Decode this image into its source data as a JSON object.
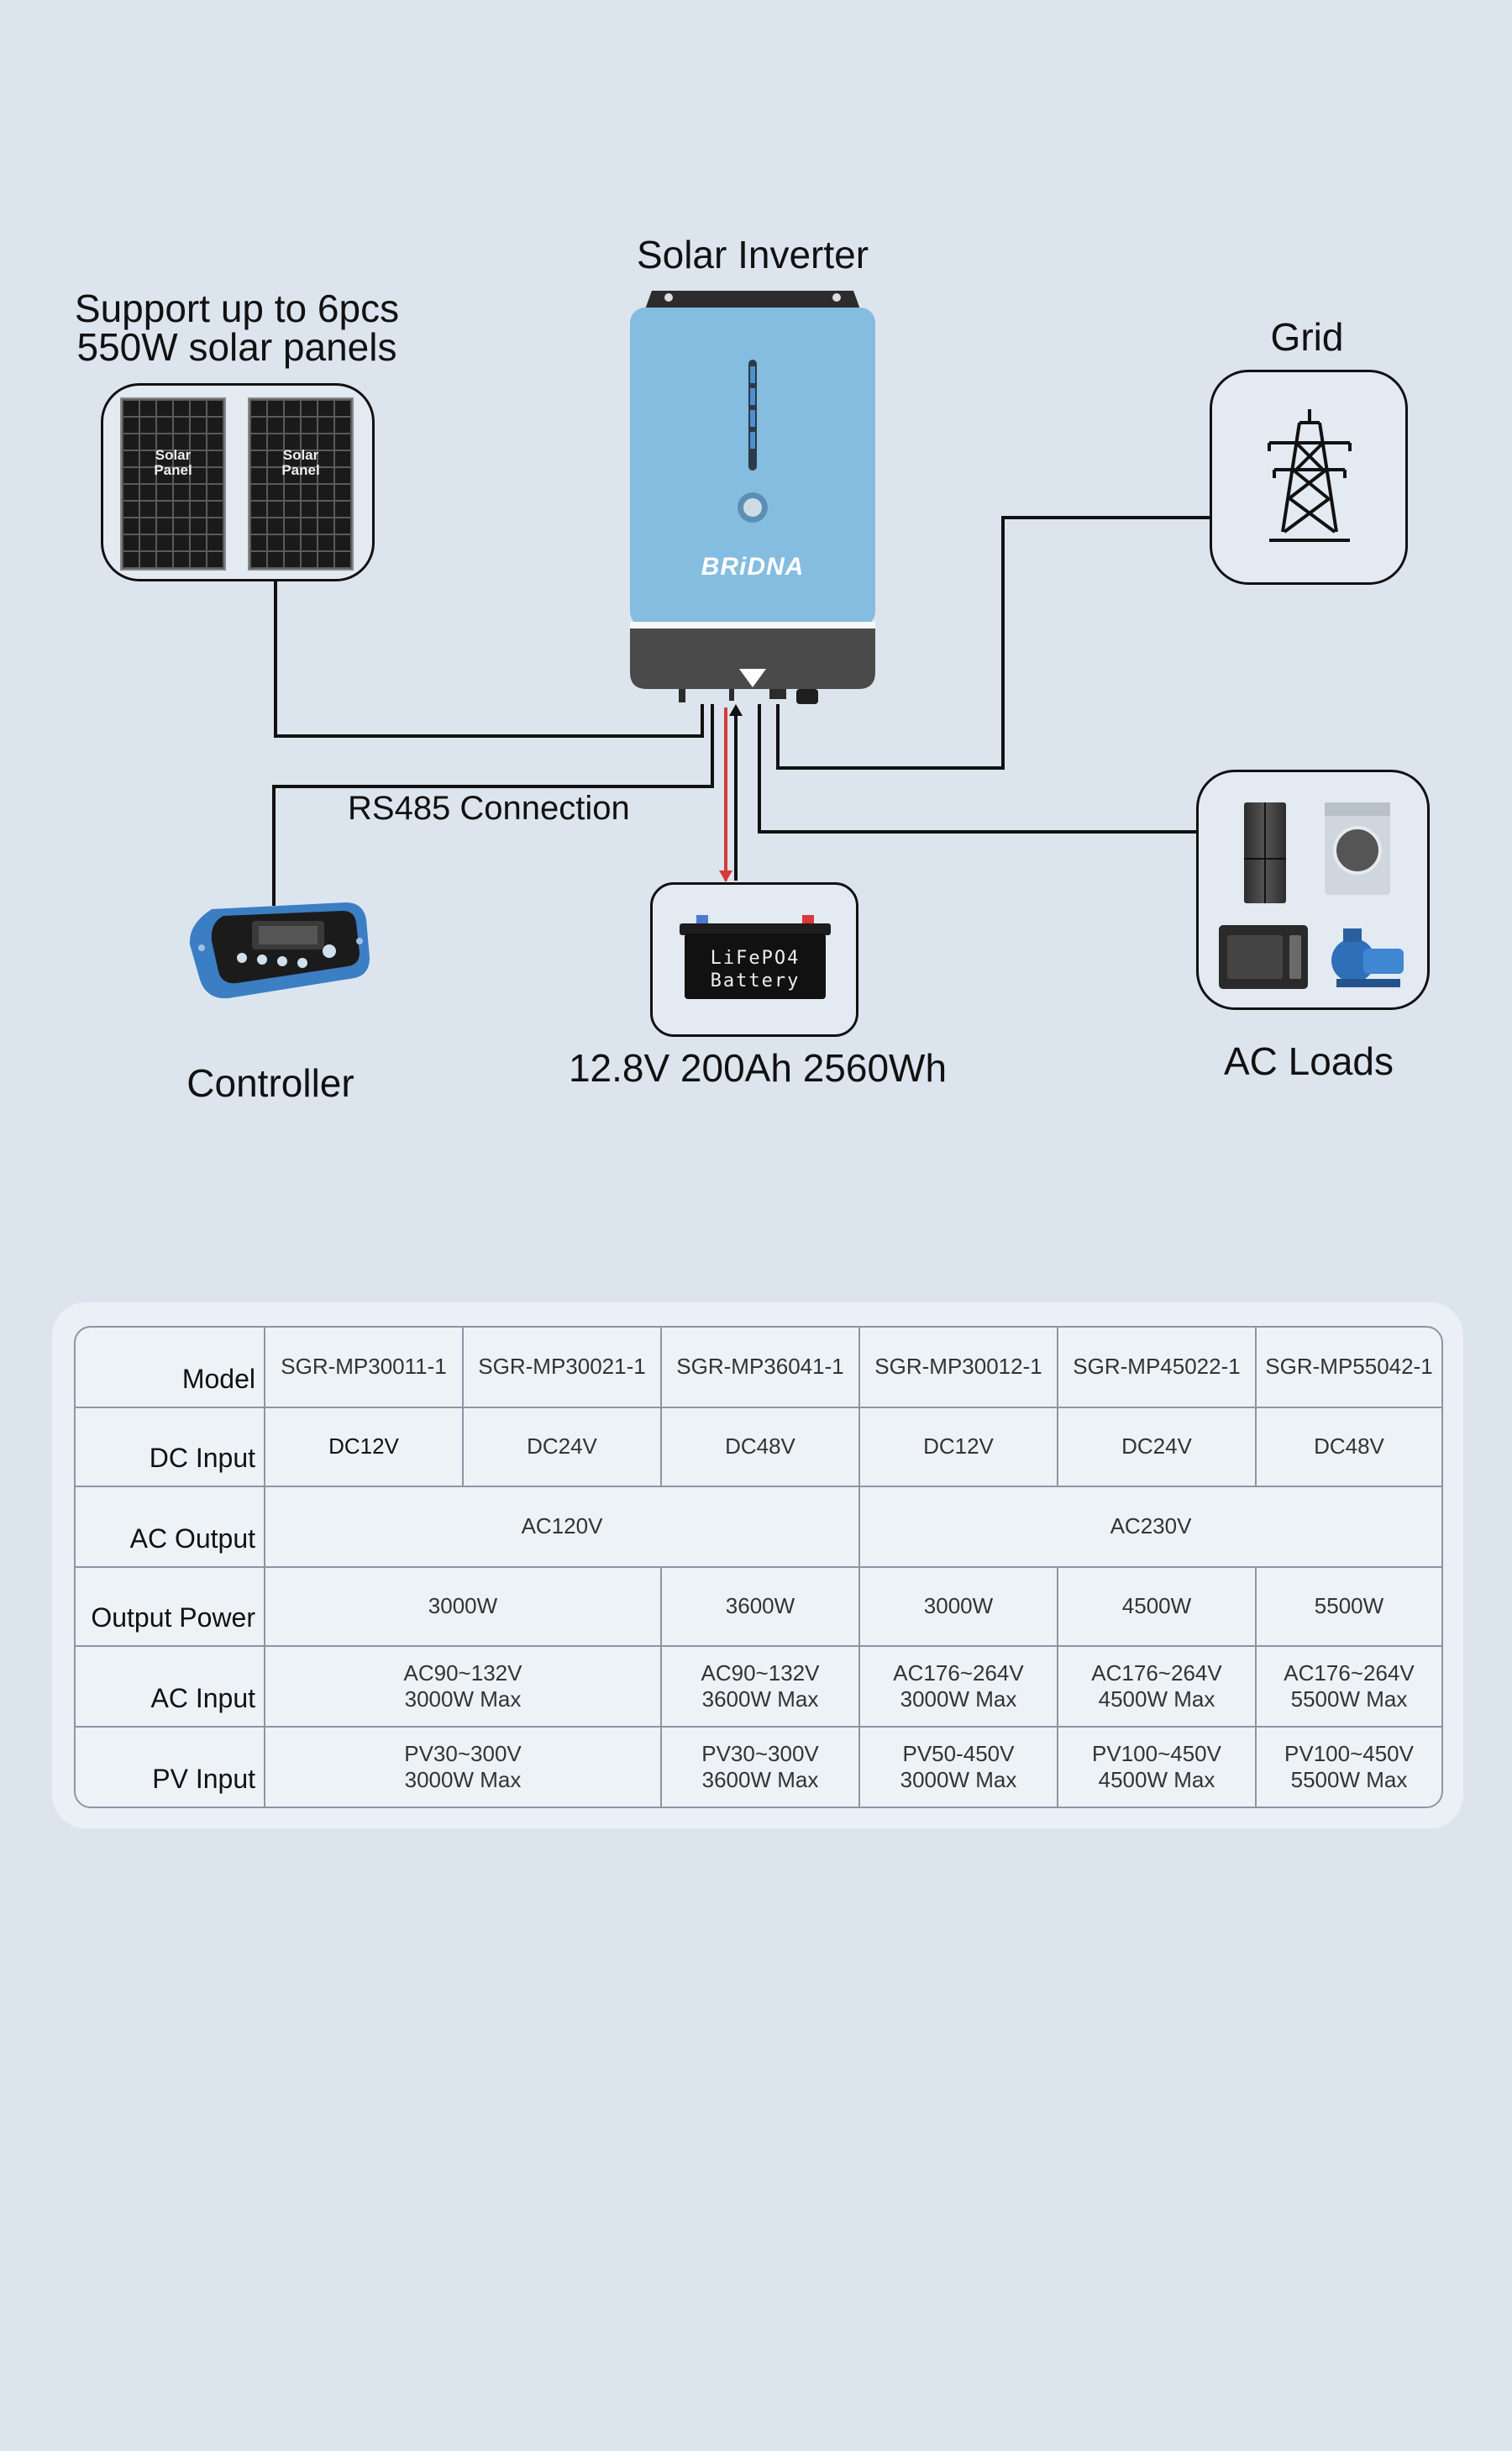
{
  "diagram": {
    "inverter_label": "Solar Inverter",
    "inverter_brand": "BRiDNA",
    "solar_label_line1": "Support up to 6pcs",
    "solar_label_line2": "550W solar panels",
    "panel_text_1": "Solar",
    "panel_text_2": "Panel",
    "grid_label": "Grid",
    "rs485_label": "RS485 Connection",
    "controller_label": "Controller",
    "battery_text_1": "LiFePO4",
    "battery_text_2": "Battery",
    "battery_label": "12.8V 200Ah 2560Wh",
    "ac_loads_label": "AC Loads",
    "colors": {
      "inverter_blue": "#84bde0",
      "inverter_dark": "#4a4a4a",
      "battery_line_red": "#d63a3a",
      "background": "#dce5ee"
    }
  },
  "table": {
    "row_headers": [
      "Model",
      "DC Input",
      "AC Output",
      "Output Power",
      "AC Input",
      "PV Input"
    ],
    "models": [
      "SGR-MP30011-1",
      "SGR-MP30021-1",
      "SGR-MP36041-1",
      "SGR-MP30012-1",
      "SGR-MP45022-1",
      "SGR-MP55042-1"
    ],
    "dc_input": [
      "DC12V",
      "DC24V",
      "DC48V",
      "DC12V",
      "DC24V",
      "DC48V"
    ],
    "ac_output": [
      "AC120V",
      "AC230V"
    ],
    "output_power": [
      "3000W",
      "3600W",
      "3000W",
      "4500W",
      "5500W"
    ],
    "ac_input": [
      {
        "range": "AC90~132V",
        "max": "3000W Max"
      },
      {
        "range": "AC90~132V",
        "max": "3600W Max"
      },
      {
        "range": "AC176~264V",
        "max": "3000W Max"
      },
      {
        "range": "AC176~264V",
        "max": "4500W Max"
      },
      {
        "range": "AC176~264V",
        "max": "5500W Max"
      }
    ],
    "pv_input": [
      {
        "range": "PV30~300V",
        "max": "3000W Max"
      },
      {
        "range": "PV30~300V",
        "max": "3600W Max"
      },
      {
        "range": "PV50-450V",
        "max": "3000W Max"
      },
      {
        "range": "PV100~450V",
        "max": "4500W Max"
      },
      {
        "range": "PV100~450V",
        "max": "5500W Max"
      }
    ]
  }
}
